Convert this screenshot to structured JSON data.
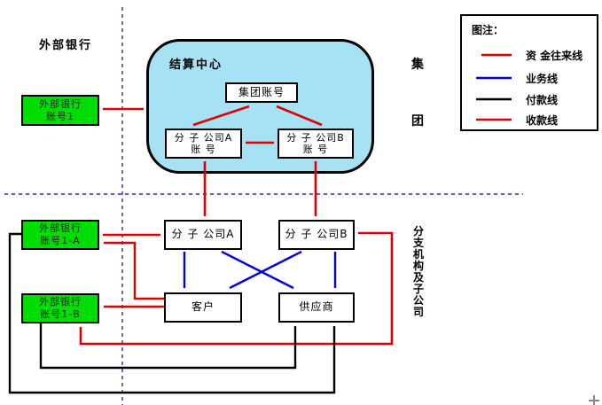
{
  "diagram": {
    "section_labels": {
      "external_bank": "外部银行",
      "group_chars": [
        "集",
        "团"
      ],
      "branch_chars": [
        "分",
        "支",
        "机",
        "构",
        "及",
        "子",
        "公",
        "司"
      ]
    },
    "settlement": {
      "title": "结算中心",
      "group_account": "集团账号",
      "sub_a_line1": "分 子 公司A",
      "sub_a_line2": "账 号",
      "sub_b_line1": "分 子 公司B",
      "sub_b_line2": "账 号"
    },
    "accounts": {
      "ext1_line1": "外部银行",
      "ext1_line2": "账号1",
      "ext1a_line1": "外部银行",
      "ext1a_line2": "账号1-A",
      "ext1b_line1": "外部银行",
      "ext1b_line2": "账号1-B"
    },
    "entities": {
      "sub_a": "分 子 公司A",
      "sub_b": "分 子 公司B",
      "customer": "客户",
      "supplier": "供应商"
    }
  },
  "legend": {
    "title": "图注：",
    "items": [
      {
        "label": "资 金往来线",
        "style": "double-arrow",
        "color": "#dd0000"
      },
      {
        "label": "业务线",
        "style": "arrow",
        "color": "#0000dd"
      },
      {
        "label": "付款线",
        "style": "arrow",
        "color": "#000000"
      },
      {
        "label": "收款线",
        "style": "arrow",
        "color": "#dd0000"
      }
    ]
  },
  "colors": {
    "settlement_fill": "#a6e1f4",
    "account_fill": "#00dd00",
    "funds_line": "#dd0000",
    "business_line": "#0000dd",
    "payment_line": "#000000",
    "collection_line": "#dd0000",
    "divider_line": "#2a2aa8"
  }
}
